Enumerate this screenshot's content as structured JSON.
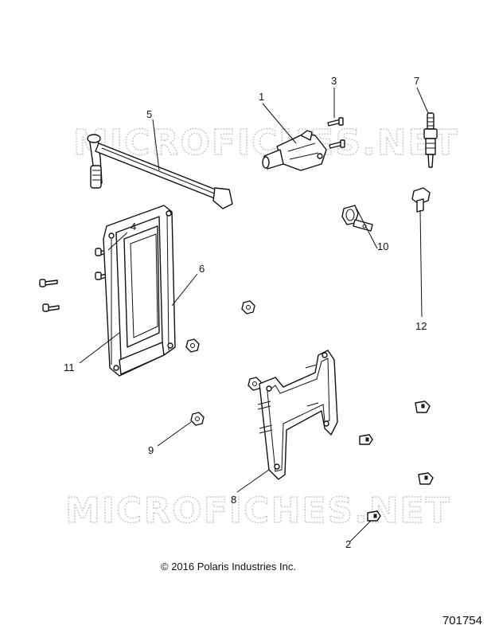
{
  "watermark": "MICROFICHES.NET",
  "copyright": "© 2016 Polaris Industries Inc.",
  "drawing_number": "701754",
  "callouts": {
    "c1": "1",
    "c2": "2",
    "c3": "3",
    "c4": "4",
    "c5": "5",
    "c6": "6",
    "c7": "7",
    "c8": "8",
    "c9": "9",
    "c10": "10",
    "c11": "11",
    "c12": "12"
  }
}
